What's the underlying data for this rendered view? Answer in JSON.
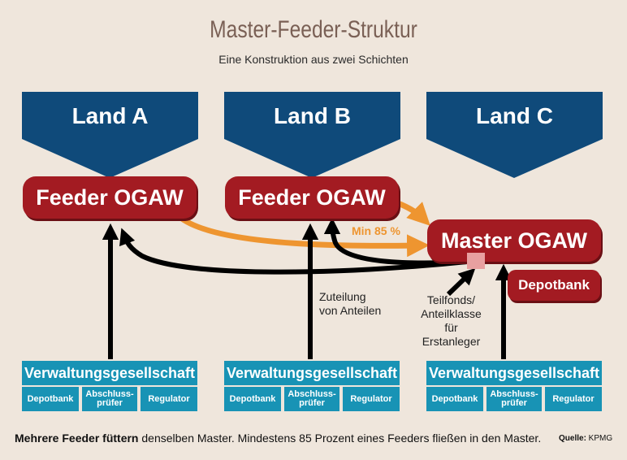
{
  "title": "Master-Feeder-Struktur",
  "subtitle": "Eine Konstruktion aus zwei Schichten",
  "countries": [
    "Land A",
    "Land B",
    "Land C"
  ],
  "feeder_a": "Feeder OGAW",
  "feeder_b": "Feeder OGAW",
  "master": "Master OGAW",
  "depotbank_box": "Depotbank",
  "min_label": "Min 85 %",
  "zuteilung": [
    "Zuteilung",
    "von Anteilen"
  ],
  "teilfonds": [
    "Teilfonds/",
    "Anteilklasse",
    "für",
    "Erstanleger"
  ],
  "management": {
    "company": "Verwaltungsgesellschaft",
    "depotbank": "Depotbank",
    "pruefer": [
      "Abschluss-",
      "prüfer"
    ],
    "regulator": "Regulator"
  },
  "footer_bold": "Mehrere Feeder füttern",
  "footer_text": " denselben Master. Mindestens 85 Prozent eines Feeders fließen in den Master.",
  "source_label": "Quelle:",
  "source_value": " KPMG",
  "colors": {
    "navy": "#0f4a7a",
    "red": "#a31b22",
    "blue": "#1893b5",
    "orange": "#ee9530",
    "pink": "#e8a0a0"
  }
}
